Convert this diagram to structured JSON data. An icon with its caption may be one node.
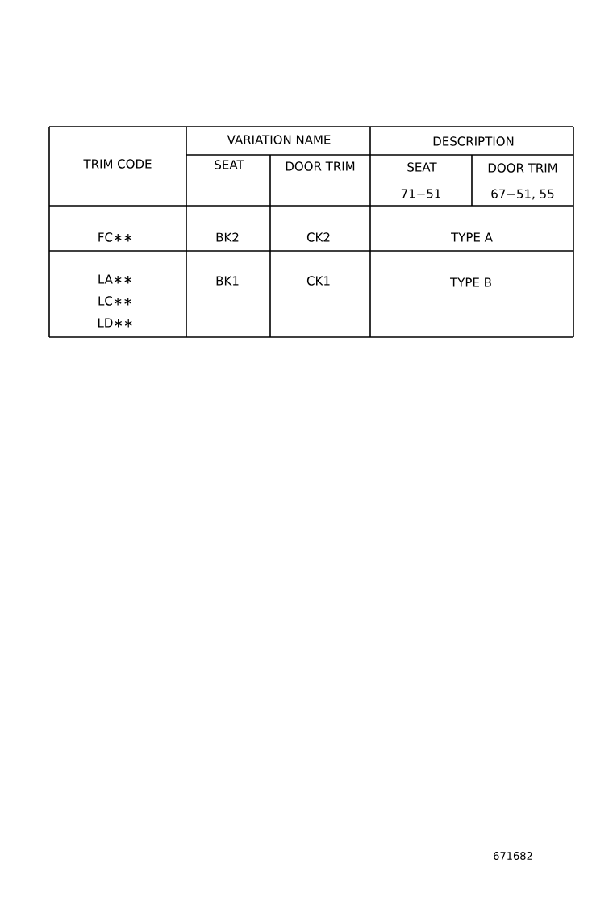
{
  "diagram": {
    "labels": [
      "TRIM CODE",
      "VARIATION NAME",
      "DESCRIPTION",
      "SEAT",
      "DOOR TRIM",
      "SEAT",
      "DOOR TRIM",
      "71−51",
      "67−51, 55",
      "FC∗∗",
      "BK2",
      "CK2",
      "TYPE A",
      "LA∗∗",
      "BK1",
      "CK1",
      "TYPE B",
      "LC∗∗",
      "LD∗∗",
      "671682"
    ]
  }
}
